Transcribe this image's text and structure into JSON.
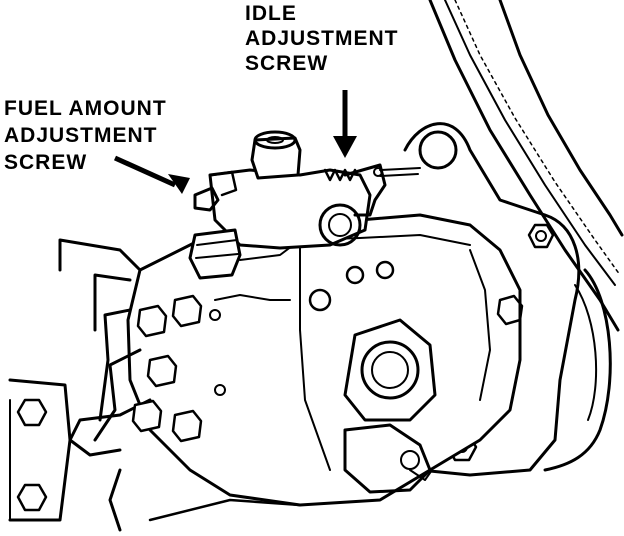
{
  "callouts": {
    "idle": {
      "lines": [
        "IDLE",
        "ADJUSTMENT",
        "SCREW"
      ]
    },
    "fuel": {
      "lines": [
        "FUEL  AMOUNT",
        "ADJUSTMENT",
        "SCREW"
      ]
    }
  },
  "colors": {
    "ink": "#000000",
    "paper": "#ffffff"
  }
}
